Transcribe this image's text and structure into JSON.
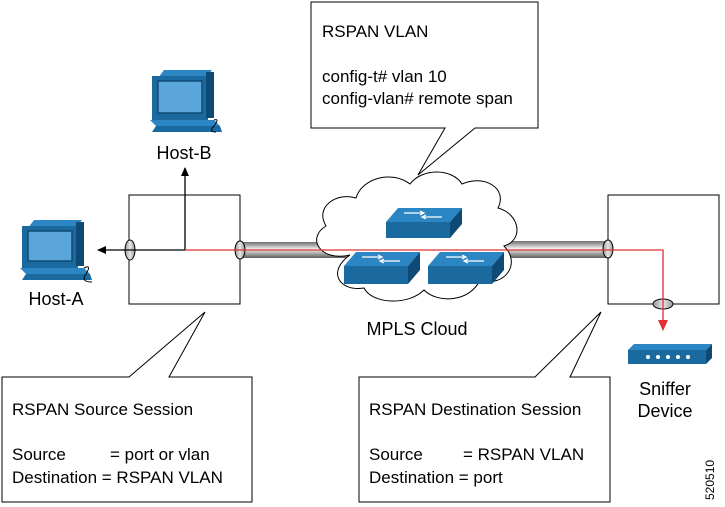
{
  "figure_id": "520510",
  "hosts": {
    "host_b": "Host-B",
    "host_a": "Host-A"
  },
  "cloud": {
    "label": "MPLS Cloud"
  },
  "sniffer": {
    "line1": "Sniffer",
    "line2": "Device"
  },
  "callouts": {
    "rspan_vlan": {
      "title": "RSPAN VLAN",
      "line1": "config-t# vlan 10",
      "line2": "config-vlan# remote span"
    },
    "source_session": {
      "title": "RSPAN Source Session",
      "source_key": "Source",
      "source_value": "= port or vlan",
      "destination": "Destination = RSPAN VLAN"
    },
    "destination_session": {
      "title": "RSPAN Destination Session",
      "source_key": "Source",
      "source_value": "= RSPAN VLAN",
      "destination": "Destination = port"
    }
  },
  "colors": {
    "device_blue": "#1a6aa0",
    "device_dark": "#0e4a75",
    "mirror_path": "#e03030",
    "cloud_fill": "#ffffff"
  },
  "icons": {
    "hosts": "desktop-computer-icon",
    "switches": "switch-icon",
    "sniffer": "sniffer-device-icon"
  }
}
